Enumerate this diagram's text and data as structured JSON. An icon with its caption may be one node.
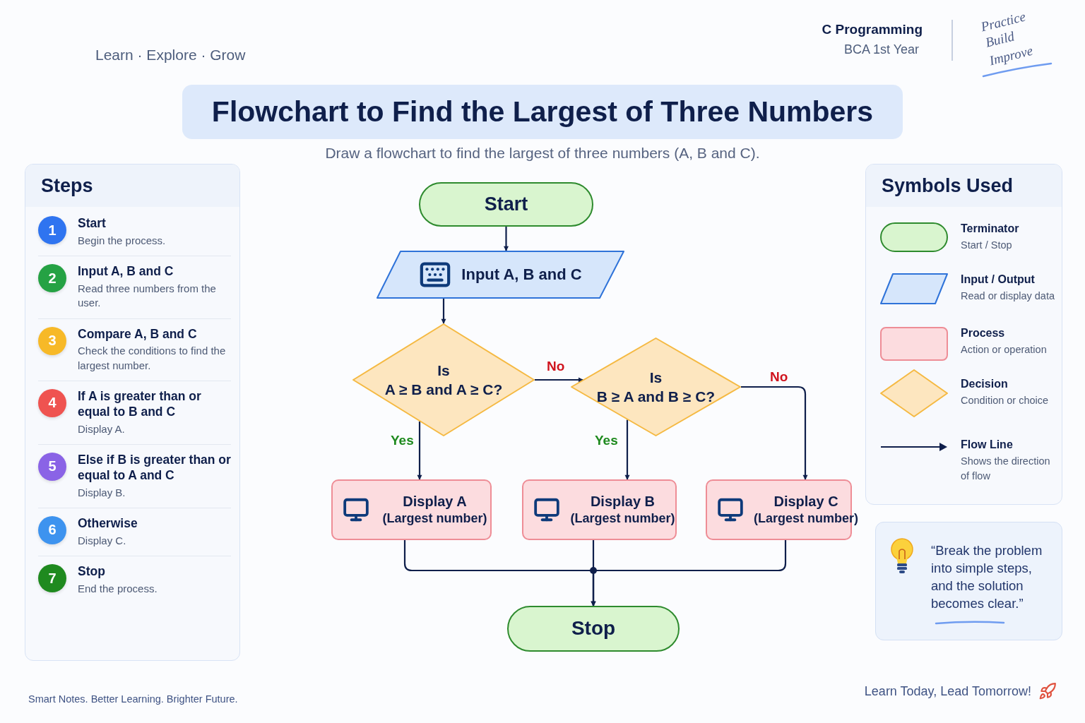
{
  "diagram": {
    "title": "Flowchart to Find the Largest of Three Numbers",
    "nodes": [
      {
        "text": [
          "Start"
        ]
      },
      {
        "text": [
          "Input A, B and C"
        ]
      },
      {
        "text": [
          "Is",
          "A ≥ B and A ≥ C?"
        ]
      },
      {
        "text": [
          "Is",
          "B ≥ A and B ≥ C?"
        ]
      },
      {
        "text": [
          "Display A",
          "(Largest number)"
        ]
      },
      {
        "text": [
          "Display B",
          "(Largest number)"
        ]
      },
      {
        "text": [
          "Display C",
          "(Largest number)"
        ]
      },
      {
        "text": [
          "Stop"
        ]
      }
    ],
    "edges": [
      {
        "from": 0,
        "to": 1,
        "arrow": "to"
      },
      {
        "from": 1,
        "to": 2,
        "arrow": "to"
      },
      {
        "from": 2,
        "to": 4,
        "arrow": "to",
        "label": "Yes"
      },
      {
        "from": 2,
        "to": 3,
        "arrow": "to",
        "label": "No"
      },
      {
        "from": 3,
        "to": 5,
        "arrow": "to",
        "label": "Yes"
      },
      {
        "from": 3,
        "to": 6,
        "arrow": "to",
        "label": "No"
      },
      {
        "from": 4,
        "to": 7,
        "arrow": "to"
      },
      {
        "from": 5,
        "to": 7,
        "arrow": "to"
      },
      {
        "from": 6,
        "to": 7,
        "arrow": "to"
      }
    ],
    "labels": [
      "Learn · Explore · Grow",
      "C Programming",
      "BCA 1st Year",
      "Practice",
      "Build",
      "Improve",
      "Draw a flowchart to find the largest of three numbers (A, B and C).",
      "Steps",
      "1",
      "Start",
      "Begin the process.",
      "2",
      "Input A, B and C",
      "Read three numbers from the user.",
      "3",
      "Compare A, B and C",
      "Check the conditions to find the largest number.",
      "4",
      "If A is greater than or equal to B and C",
      "Display A.",
      "5",
      "Else if B is greater than or equal to A and C",
      "Display B.",
      "6",
      "Otherwise",
      "Display C.",
      "7",
      "Stop",
      "End the process.",
      "Symbols Used",
      "Start / Stop",
      "Read or display data",
      "Action or operation",
      "Condition or choice",
      "Shows the direction of flow",
      "“Break the problem into simple steps, and the solution becomes clear.”",
      "Smart Notes. Better Learning. Brighter Future.",
      "Learn Today, Lead Tomorrow!"
    ],
    "legend": [
      {
        "text": "Terminator"
      },
      {
        "text": "Input / Output"
      },
      {
        "text": "Process"
      },
      {
        "text": "Decision"
      },
      {
        "text": "Flow Line"
      }
    ]
  }
}
